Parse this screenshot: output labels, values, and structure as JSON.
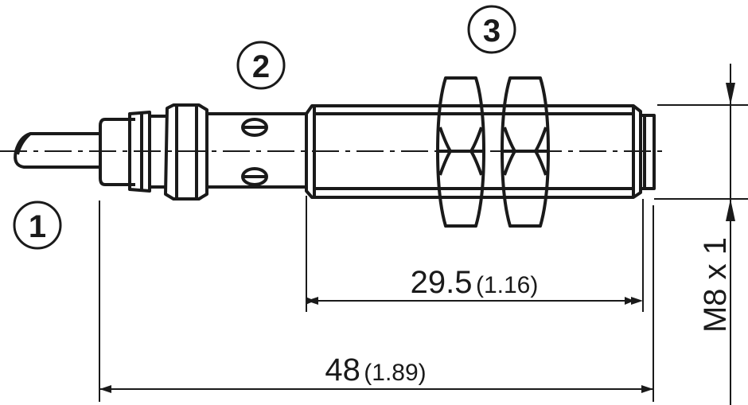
{
  "callouts": [
    {
      "number": "1"
    },
    {
      "number": "2"
    },
    {
      "number": "3"
    }
  ],
  "dimensions": {
    "thread_length": {
      "mm": "29.5",
      "inch": "(1.16)"
    },
    "overall_length": {
      "mm": "48",
      "inch": "(1.89)"
    },
    "thread": "M8 x 1"
  },
  "colors": {
    "line": "#1a1a1a",
    "background": "#ffffff"
  }
}
